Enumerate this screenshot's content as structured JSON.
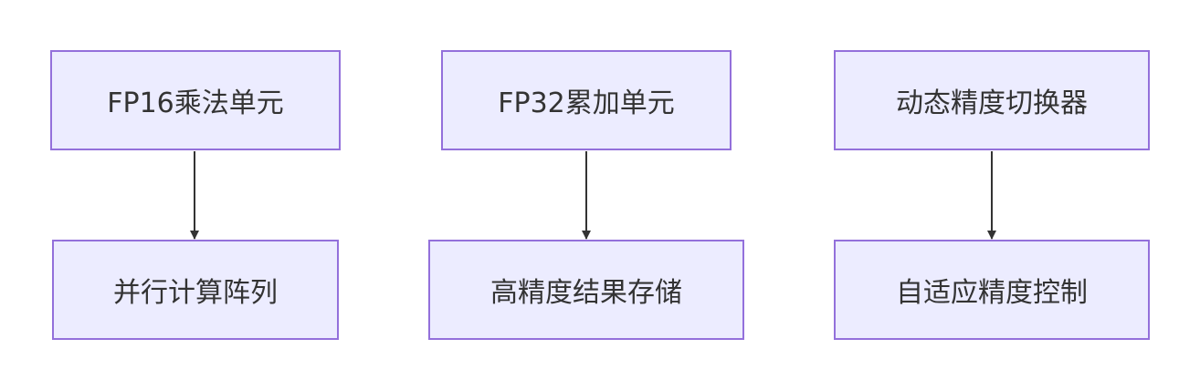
{
  "nodes": {
    "fp16_mul": "FP16乘法单元",
    "fp32_acc": "FP32累加单元",
    "dyn_switch": "动态精度切换器",
    "parallel_array": "并行计算阵列",
    "hp_storage": "高精度结果存储",
    "adaptive_ctrl": "自适应精度控制"
  },
  "edges": [
    {
      "from": "fp16_mul",
      "to": "parallel_array"
    },
    {
      "from": "fp32_acc",
      "to": "hp_storage"
    },
    {
      "from": "dyn_switch",
      "to": "adaptive_ctrl"
    }
  ],
  "colors": {
    "node_fill": "#ececff",
    "node_border": "#9370db",
    "edge": "#333333",
    "text": "#333333"
  }
}
